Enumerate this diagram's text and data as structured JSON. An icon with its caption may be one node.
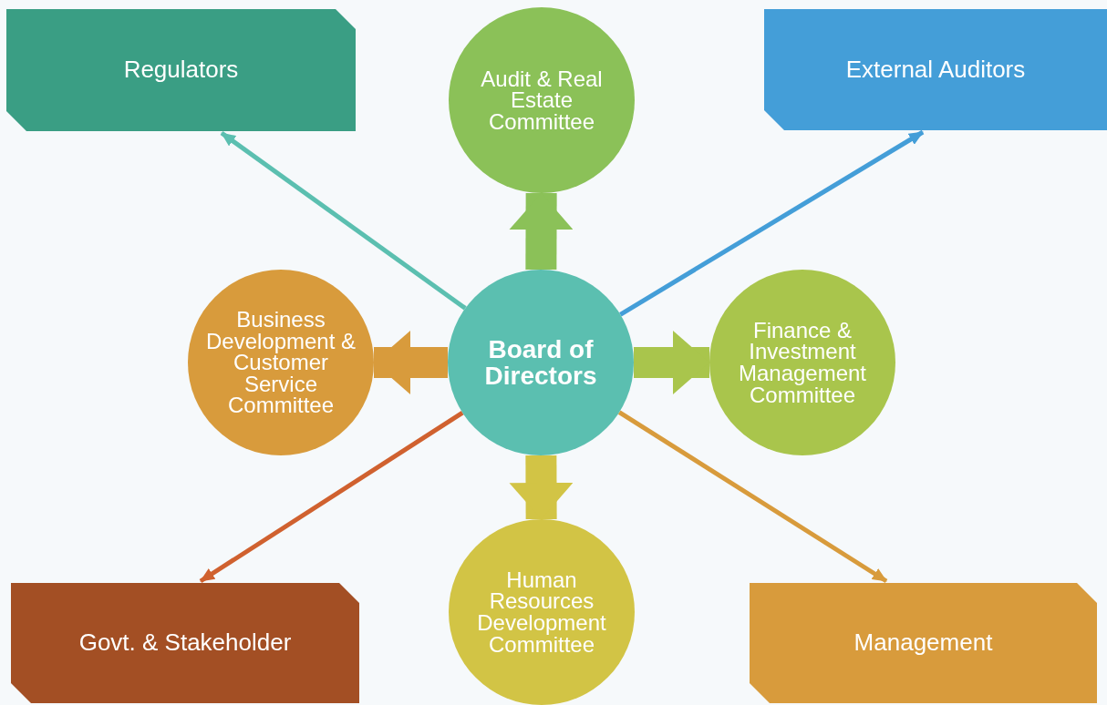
{
  "diagram": {
    "nodes": [
      {
        "text": [
          "Board of Directors"
        ]
      },
      {
        "text": [
          "Regulators"
        ]
      },
      {
        "text": [
          "Audit & Real Estate Committee"
        ]
      },
      {
        "text": [
          "External Auditors"
        ]
      },
      {
        "text": [
          "Business Development & Customer Service Committee"
        ]
      },
      {
        "text": [
          "Finance & Investment Management Committee"
        ]
      },
      {
        "text": [
          "Govt. & Stakeholder"
        ]
      },
      {
        "text": [
          "Human Resources Development Committee"
        ]
      },
      {
        "text": [
          "Management"
        ]
      }
    ],
    "edges": [
      {
        "from": 0,
        "to": 1,
        "arrow": "to",
        "color": "#5bbfb0"
      },
      {
        "from": 0,
        "to": 2,
        "arrow": "to",
        "style": "thick",
        "color": "#8bc158"
      },
      {
        "from": 0,
        "to": 3,
        "arrow": "to",
        "color": "#449ed8"
      },
      {
        "from": 0,
        "to": 4,
        "arrow": "to",
        "style": "thick",
        "color": "#d89b3c"
      },
      {
        "from": 0,
        "to": 5,
        "arrow": "to",
        "style": "thick",
        "color": "#a9c54c"
      },
      {
        "from": 0,
        "to": 6,
        "arrow": "to",
        "color": "#d0612f"
      },
      {
        "from": 0,
        "to": 7,
        "arrow": "to",
        "style": "thick",
        "color": "#d2c445"
      },
      {
        "from": 0,
        "to": 8,
        "arrow": "to",
        "color": "#d89b3c"
      }
    ]
  }
}
